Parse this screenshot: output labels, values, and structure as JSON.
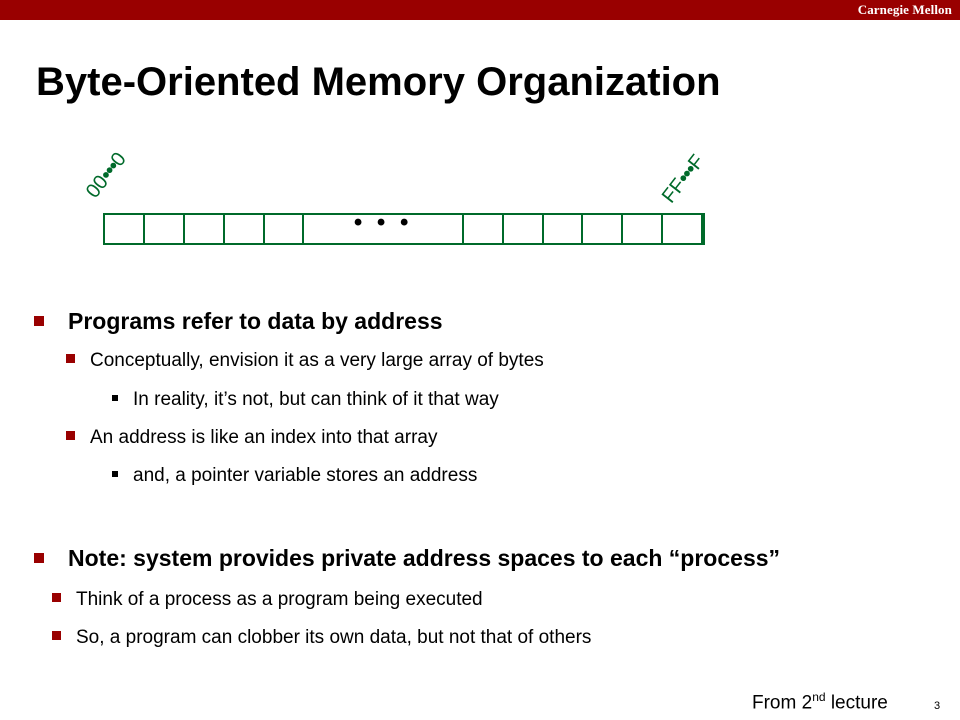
{
  "header": {
    "brand": "Carnegie Mellon"
  },
  "slide": {
    "title": "Byte-Oriented Memory Organization",
    "diagram": {
      "start_address": {
        "prefix": "00",
        "dots": "•••",
        "suffix": "0"
      },
      "end_address": {
        "prefix": "FF",
        "dots": "•••",
        "suffix": "F"
      },
      "ellipsis": "• • •"
    },
    "bullets": [
      {
        "text": "Programs refer to data by address",
        "sub": [
          {
            "text": "Conceptually, envision it as a very large array of bytes",
            "sub": [
              "In reality, it’s not, but can think of it that way"
            ]
          },
          {
            "text": "An address is like an index into that array",
            "sub": [
              "and, a pointer variable stores an address"
            ]
          }
        ]
      },
      {
        "text": "Note: system provides private address spaces to each “process”",
        "sub": [
          {
            "text": "Think of a process as a program being executed"
          },
          {
            "text": "So, a program can clobber its own data, but not that of others"
          }
        ]
      }
    ],
    "footer": {
      "prefix": "From 2",
      "superscript": "nd",
      "suffix": " lecture"
    },
    "page_number": "3"
  },
  "colors": {
    "accent": "#990000",
    "diagram": "#006a2a"
  }
}
